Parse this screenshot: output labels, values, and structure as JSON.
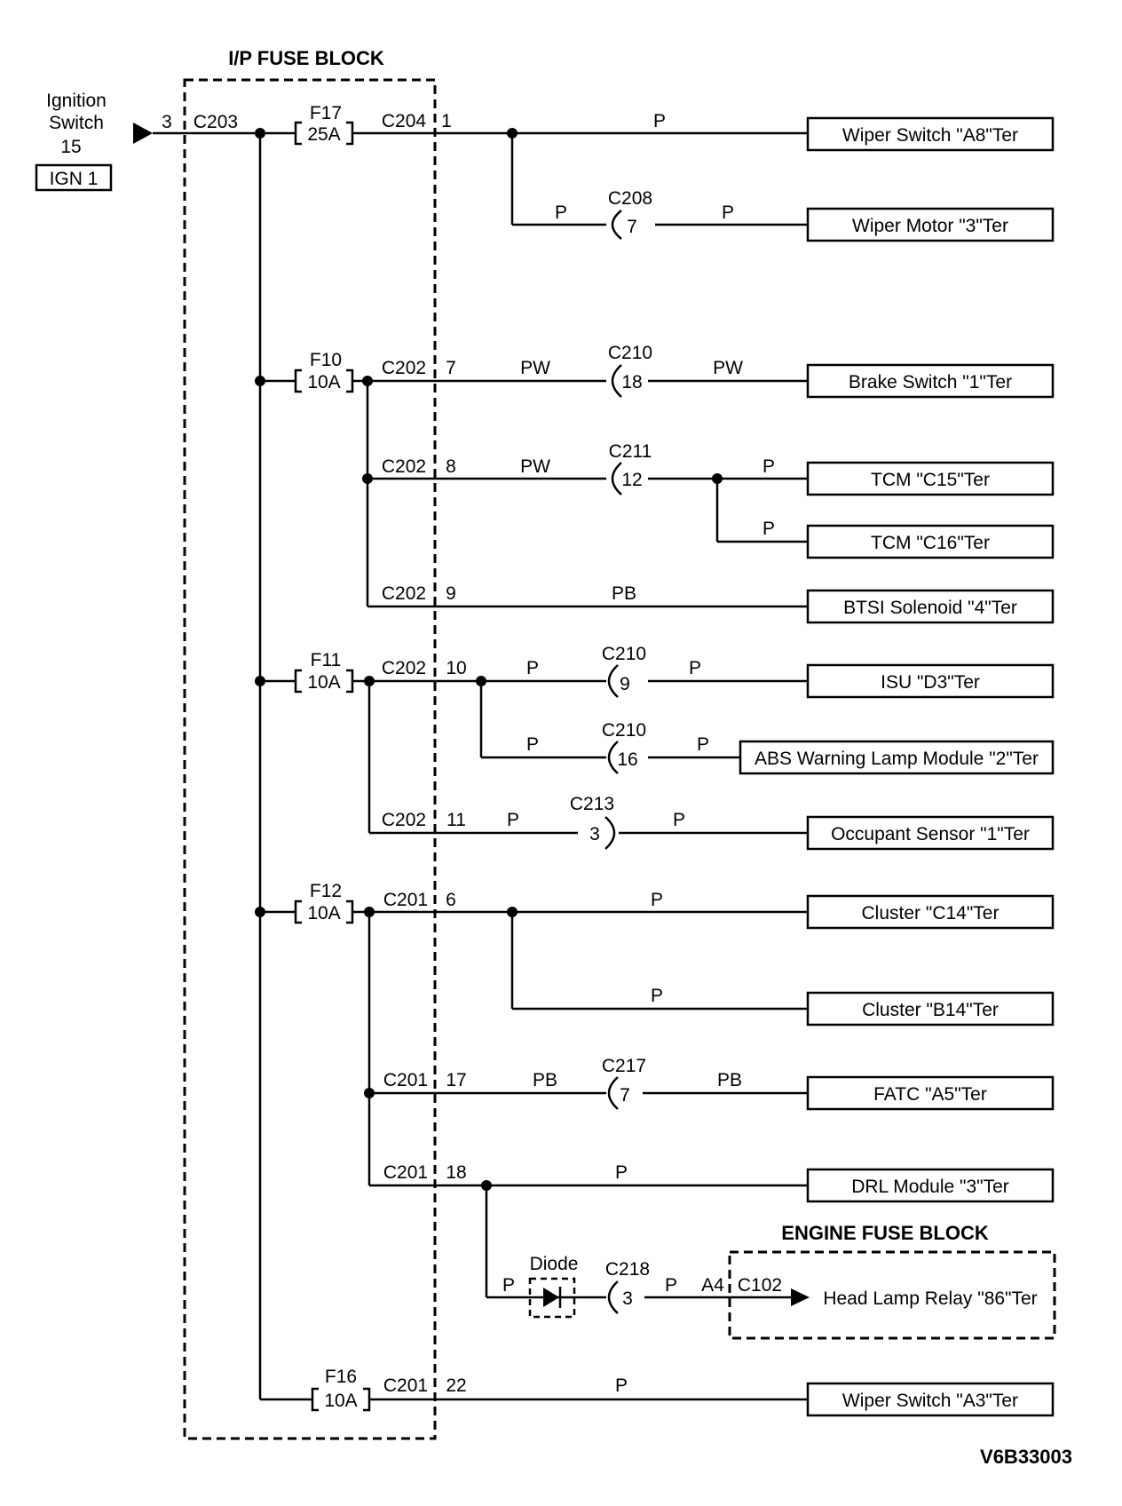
{
  "source": {
    "label_line1": "Ignition",
    "label_line2": "Switch",
    "label_line3": "15",
    "pin": "3",
    "connector": "C203",
    "ign_box": "IGN 1"
  },
  "ip_fuse_block": {
    "title": "I/P FUSE BLOCK"
  },
  "engine_fuse_block": {
    "title": "ENGINE FUSE BLOCK"
  },
  "fuses": {
    "f17": {
      "name": "F17",
      "rating": "25A"
    },
    "f10": {
      "name": "F10",
      "rating": "10A"
    },
    "f11": {
      "name": "F11",
      "rating": "10A"
    },
    "f12": {
      "name": "F12",
      "rating": "10A"
    },
    "f16": {
      "name": "F16",
      "rating": "10A"
    }
  },
  "pins": {
    "c204_1": {
      "connector": "C204",
      "pin": "1"
    },
    "c202_7": {
      "connector": "C202",
      "pin": "7"
    },
    "c202_8": {
      "connector": "C202",
      "pin": "8"
    },
    "c202_9": {
      "connector": "C202",
      "pin": "9"
    },
    "c202_10": {
      "connector": "C202",
      "pin": "10"
    },
    "c202_11": {
      "connector": "C202",
      "pin": "11"
    },
    "c201_6": {
      "connector": "C201",
      "pin": "6"
    },
    "c201_17": {
      "connector": "C201",
      "pin": "17"
    },
    "c201_18": {
      "connector": "C201",
      "pin": "18"
    },
    "c201_22": {
      "connector": "C201",
      "pin": "22"
    }
  },
  "inline_connectors": {
    "c208": {
      "name": "C208",
      "pin": "7"
    },
    "c210_18": {
      "name": "C210",
      "pin": "18"
    },
    "c211": {
      "name": "C211",
      "pin": "12"
    },
    "c210_9": {
      "name": "C210",
      "pin": "9"
    },
    "c210_16": {
      "name": "C210",
      "pin": "16"
    },
    "c213": {
      "name": "C213",
      "pin": "3"
    },
    "c217": {
      "name": "C217",
      "pin": "7"
    },
    "c218": {
      "name": "C218",
      "pin": "3"
    }
  },
  "wire_colors": {
    "p": "P",
    "pw": "PW",
    "pb": "PB"
  },
  "diode": {
    "label": "Diode"
  },
  "relay_conn": {
    "pin": "A4",
    "connector": "C102"
  },
  "loads": {
    "wiper_switch_a8": "Wiper Switch \"A8\"Ter",
    "wiper_motor_3": "Wiper Motor \"3\"Ter",
    "brake_switch_1": "Brake Switch \"1\"Ter",
    "tcm_c15": "TCM \"C15\"Ter",
    "tcm_c16": "TCM \"C16\"Ter",
    "btsi_4": "BTSI Solenoid \"4\"Ter",
    "isu_d3": "ISU \"D3\"Ter",
    "abs_2": "ABS Warning Lamp Module \"2\"Ter",
    "occupant_1": "Occupant Sensor \"1\"Ter",
    "cluster_c14": "Cluster \"C14\"Ter",
    "cluster_b14": "Cluster \"B14\"Ter",
    "fatc_a5": "FATC \"A5\"Ter",
    "drl_3": "DRL Module \"3\"Ter",
    "headlamp_86": "Head Lamp Relay \"86\"Ter",
    "wiper_switch_a3": "Wiper Switch \"A3\"Ter"
  },
  "figure_id": "V6B33003"
}
